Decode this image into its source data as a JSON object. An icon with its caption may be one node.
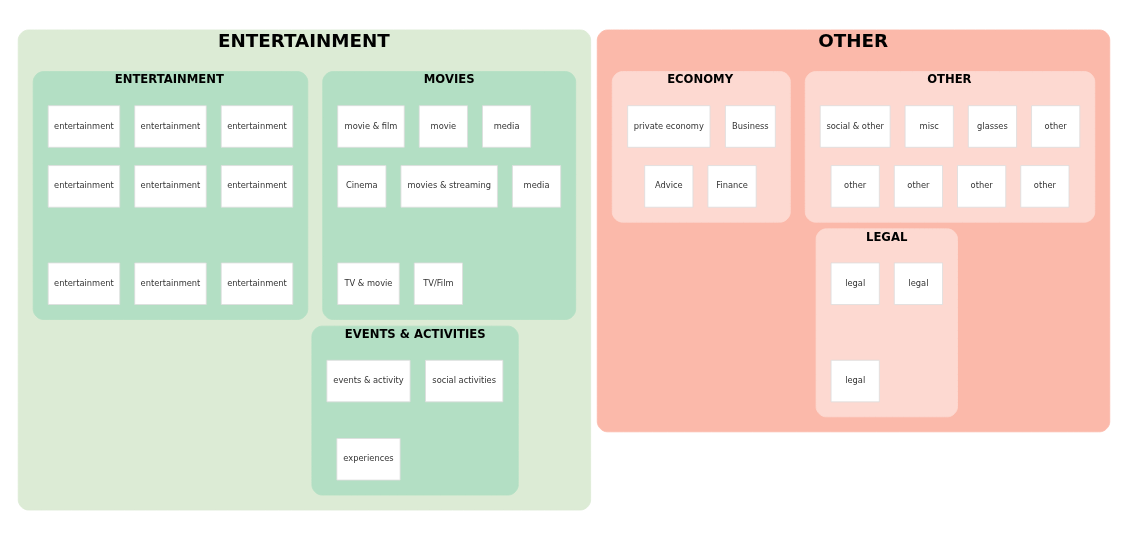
{
  "diagram": {
    "nodes": [
      {
        "text": [
          "ENTERTAINMENT"
        ]
      },
      {
        "text": [
          "MOVIES"
        ],
        "in": 0
      },
      {
        "text": [
          "movie & film"
        ],
        "in": 1
      },
      {
        "text": [
          "movie"
        ],
        "in": 1
      },
      {
        "text": [
          "media"
        ],
        "in": 1
      },
      {
        "text": [
          "Cinema"
        ],
        "in": 1
      },
      {
        "text": [
          "movies & streaming"
        ],
        "in": 1
      },
      {
        "text": [
          "media"
        ],
        "in": 1
      },
      {
        "text": [
          "TV & movie"
        ],
        "in": 1
      },
      {
        "text": [
          "TV/Film"
        ],
        "in": 1
      },
      {
        "text": [
          "ENTERTAINMENT"
        ],
        "in": 0
      },
      {
        "text": [
          "entertainment"
        ],
        "in": 10
      },
      {
        "text": [
          "entertainment"
        ],
        "in": 10
      },
      {
        "text": [
          "entertainment"
        ],
        "in": 10
      },
      {
        "text": [
          "entertainment"
        ],
        "in": 10
      },
      {
        "text": [
          "entertainment"
        ],
        "in": 10
      },
      {
        "text": [
          "entertainment"
        ],
        "in": 10
      },
      {
        "text": [
          "entertainment"
        ],
        "in": 10
      },
      {
        "text": [
          "entertainment"
        ],
        "in": 10
      },
      {
        "text": [
          "entertainment"
        ],
        "in": 10
      },
      {
        "text": [
          "EVENTS & ACTIVITIES"
        ],
        "in": 0
      },
      {
        "text": [
          "events & activity"
        ],
        "in": 20
      },
      {
        "text": [
          "social activities"
        ],
        "in": 20
      },
      {
        "text": [
          "experiences"
        ],
        "in": 20
      },
      {
        "text": [
          "OTHER"
        ]
      },
      {
        "text": [
          "OTHER"
        ],
        "in": 24
      },
      {
        "text": [
          "social & other"
        ],
        "in": 25
      },
      {
        "text": [
          "misc"
        ],
        "in": 25
      },
      {
        "text": [
          "glasses"
        ],
        "in": 25
      },
      {
        "text": [
          "other"
        ],
        "in": 25
      },
      {
        "text": [
          "other"
        ],
        "in": 25
      },
      {
        "text": [
          "other"
        ],
        "in": 25
      },
      {
        "text": [
          "other"
        ],
        "in": 25
      },
      {
        "text": [
          "other"
        ],
        "in": 25
      },
      {
        "text": [
          "ECONOMY"
        ],
        "in": 24
      },
      {
        "text": [
          "private economy"
        ],
        "in": 34
      },
      {
        "text": [
          "Business"
        ],
        "in": 34
      },
      {
        "text": [
          "Advice"
        ],
        "in": 34
      },
      {
        "text": [
          "Finance"
        ],
        "in": 34
      },
      {
        "text": [
          "LEGAL"
        ],
        "in": 24
      },
      {
        "text": [
          "legal"
        ],
        "in": 39
      },
      {
        "text": [
          "legal"
        ],
        "in": 39
      },
      {
        "text": [
          "legal"
        ],
        "in": 39
      }
    ]
  }
}
